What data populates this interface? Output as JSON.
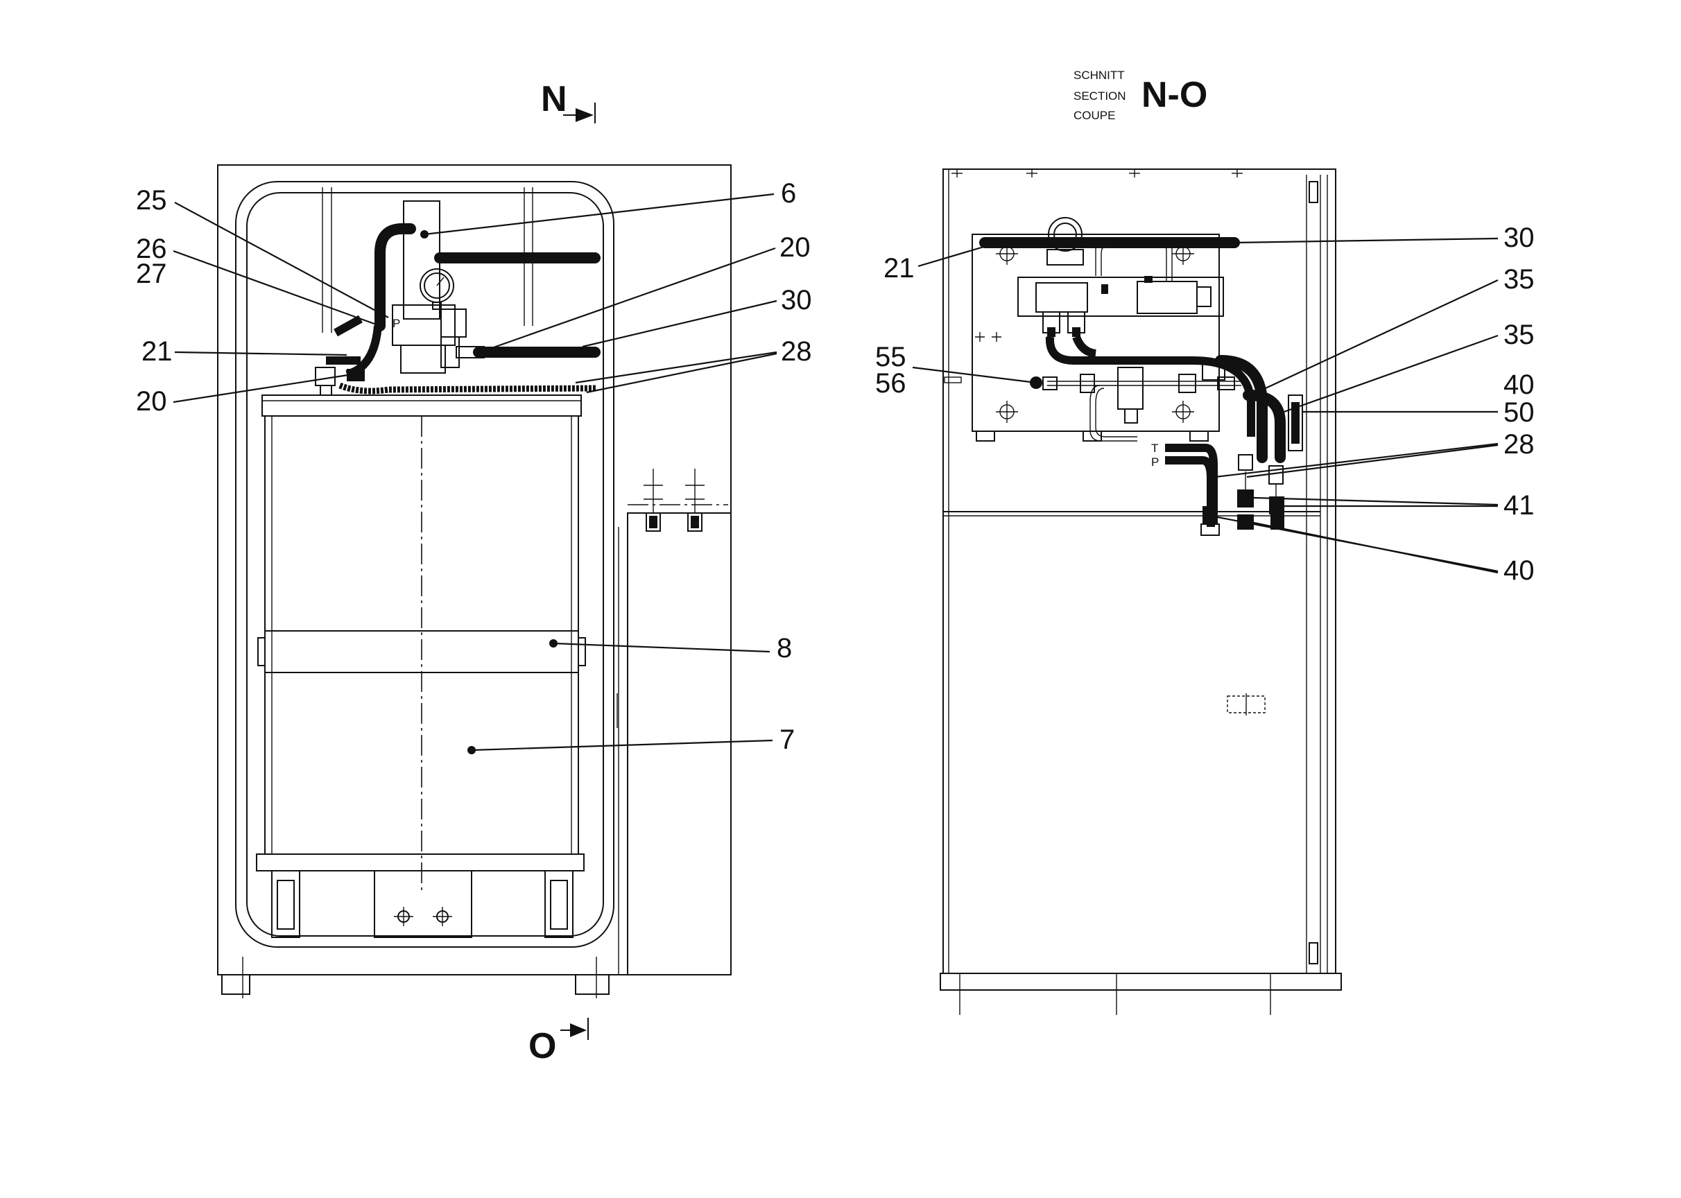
{
  "section_markers": {
    "top": "N",
    "bottom": "O"
  },
  "section_title": {
    "lines": [
      "SCHNITT",
      "SECTION",
      "COUPE"
    ],
    "code": "N-O"
  },
  "left_view": {
    "callouts": {
      "c25": "25",
      "c26": "26",
      "c27": "27",
      "c21": "21",
      "c20a": "20",
      "c6": "6",
      "c20b": "20",
      "c30": "30",
      "c28": "28",
      "c8": "8",
      "c7": "7"
    },
    "port_label": "P"
  },
  "right_view": {
    "callouts": {
      "c21": "21",
      "c55": "55",
      "c56": "56",
      "c30": "30",
      "c35a": "35",
      "c35b": "35",
      "c40a": "40",
      "c50": "50",
      "c28": "28",
      "c41": "41",
      "c40b": "40"
    },
    "port_t": "T",
    "port_p": "P"
  }
}
